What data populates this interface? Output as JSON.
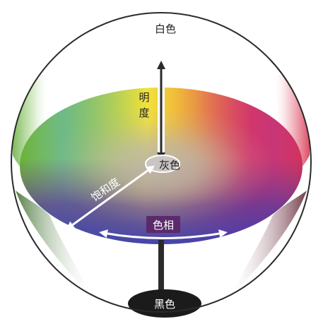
{
  "labels": {
    "white": "白色",
    "black": "黑色",
    "gray": "灰色",
    "lightness": "明度",
    "saturation": "饱和度",
    "hue": "色相"
  },
  "colors": {
    "background": "#ffffff",
    "sphere_outline": "#2a2a2a",
    "axis_dark": "#2b2b2b",
    "black_pedestal": "#1b1b1b",
    "hue_label_bg": "#5a2a6b",
    "wheel_red": "#e8344a",
    "wheel_yellow": "#f2e23a",
    "wheel_green": "#69b33a",
    "wheel_cyan": "#4fb3c4",
    "wheel_blue": "#3a3db3",
    "wheel_magenta": "#b33a9b",
    "center_gray": "#b8b3b0"
  },
  "icons": {
    "lightness_arrow": "double-headed-vertical-arrow-icon",
    "saturation_arrow": "double-headed-diagonal-arrow-icon",
    "hue_arrow": "double-headed-curved-arrow-icon"
  }
}
